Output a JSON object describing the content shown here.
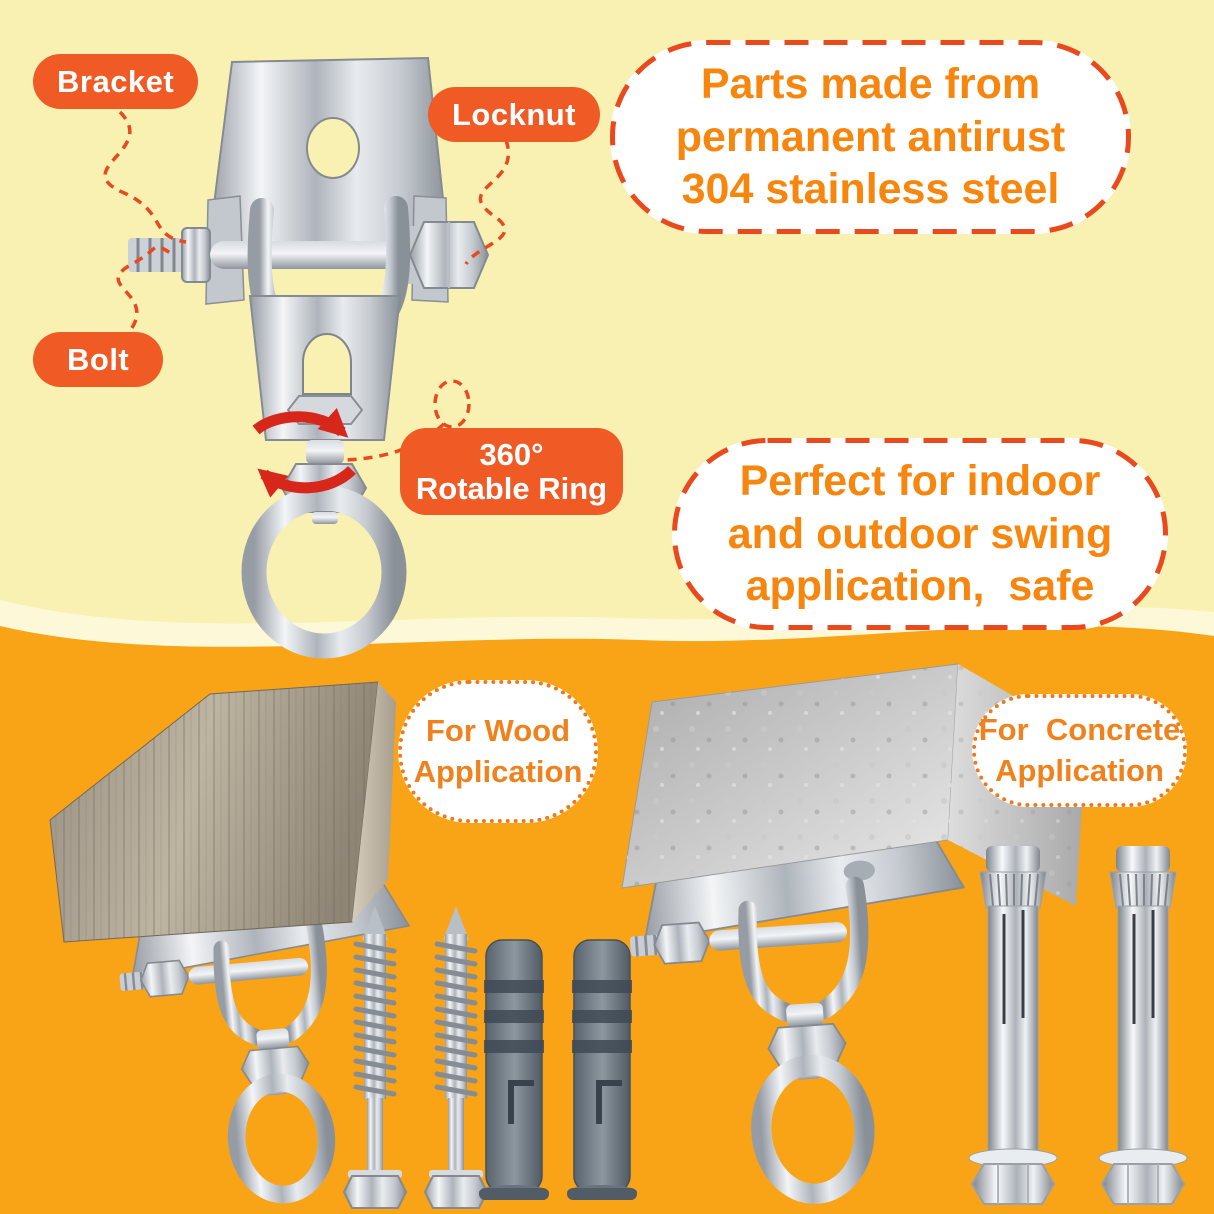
{
  "colors": {
    "background_top": "#F9F1B2",
    "background_glow": "#FDF9D8",
    "background_bottom": "#F8A416",
    "pill_background": "#EF5A25",
    "bubble_border": "#E8491D",
    "bubble_text": "#F6860E",
    "small_label_border": "#F0791C",
    "rotation_arrow": "#D6271A"
  },
  "part_labels": {
    "bracket": "Bracket",
    "locknut": "Locknut",
    "bolt": "Bolt",
    "rotable_ring": {
      "line1": "360°",
      "line2": "Rotable Ring"
    }
  },
  "feature_bubbles": {
    "material": {
      "line1": "Parts made from",
      "line2": "permanent antirust",
      "line3": "304 stainless steel"
    },
    "usage": {
      "line1": "Perfect for indoor",
      "line2": "and outdoor swing",
      "line3": "application,  safe"
    }
  },
  "applications": {
    "wood": {
      "line1": "For Wood",
      "line2": "Application"
    },
    "concrete": {
      "line1": "For  Concrete",
      "line2": "Application"
    }
  }
}
